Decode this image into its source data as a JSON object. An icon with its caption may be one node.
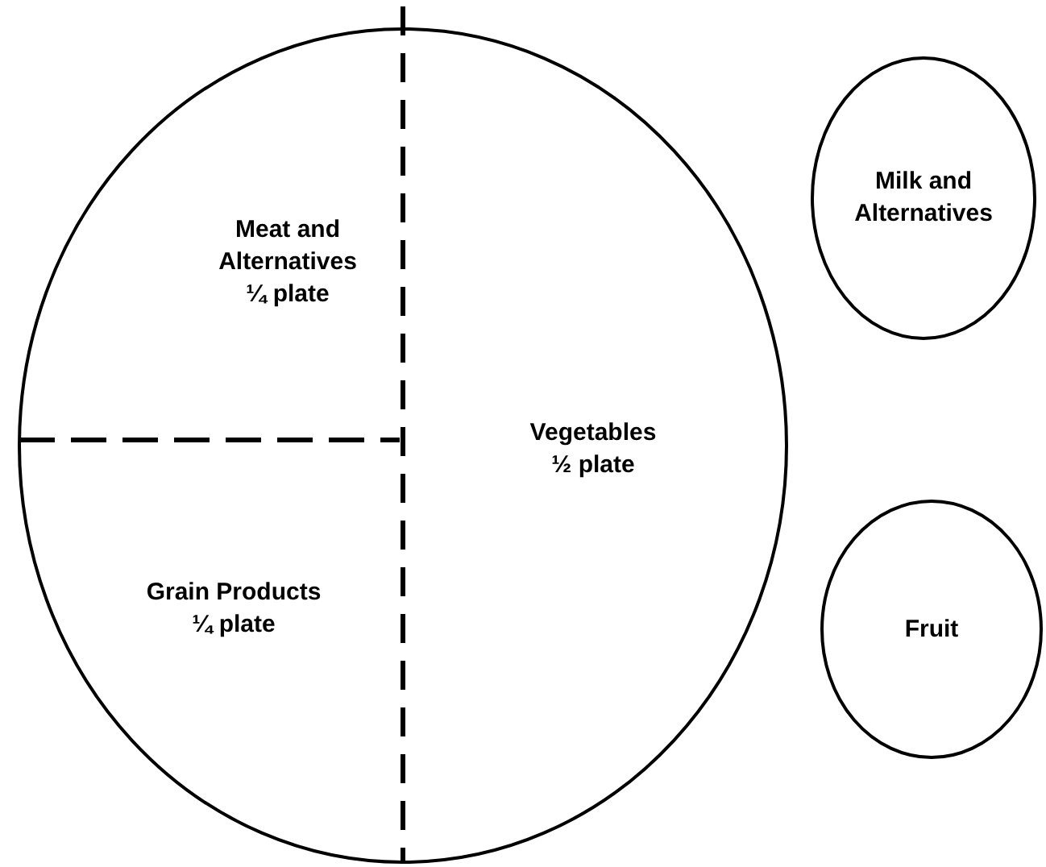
{
  "diagram": {
    "nodes": [
      {
        "text": [],
        "shape": "circle"
      },
      {
        "text": [
          "Meat and Alternatives",
          "¼ plate"
        ],
        "in": 0
      },
      {
        "text": [
          "Vegetables",
          "½ plate"
        ],
        "in": 0
      },
      {
        "text": [
          "Grain Products",
          "¼ plate"
        ],
        "in": 0
      },
      {
        "text": [
          "Milk and Alternatives"
        ]
      },
      {
        "text": [
          "Fruit"
        ]
      }
    ]
  }
}
